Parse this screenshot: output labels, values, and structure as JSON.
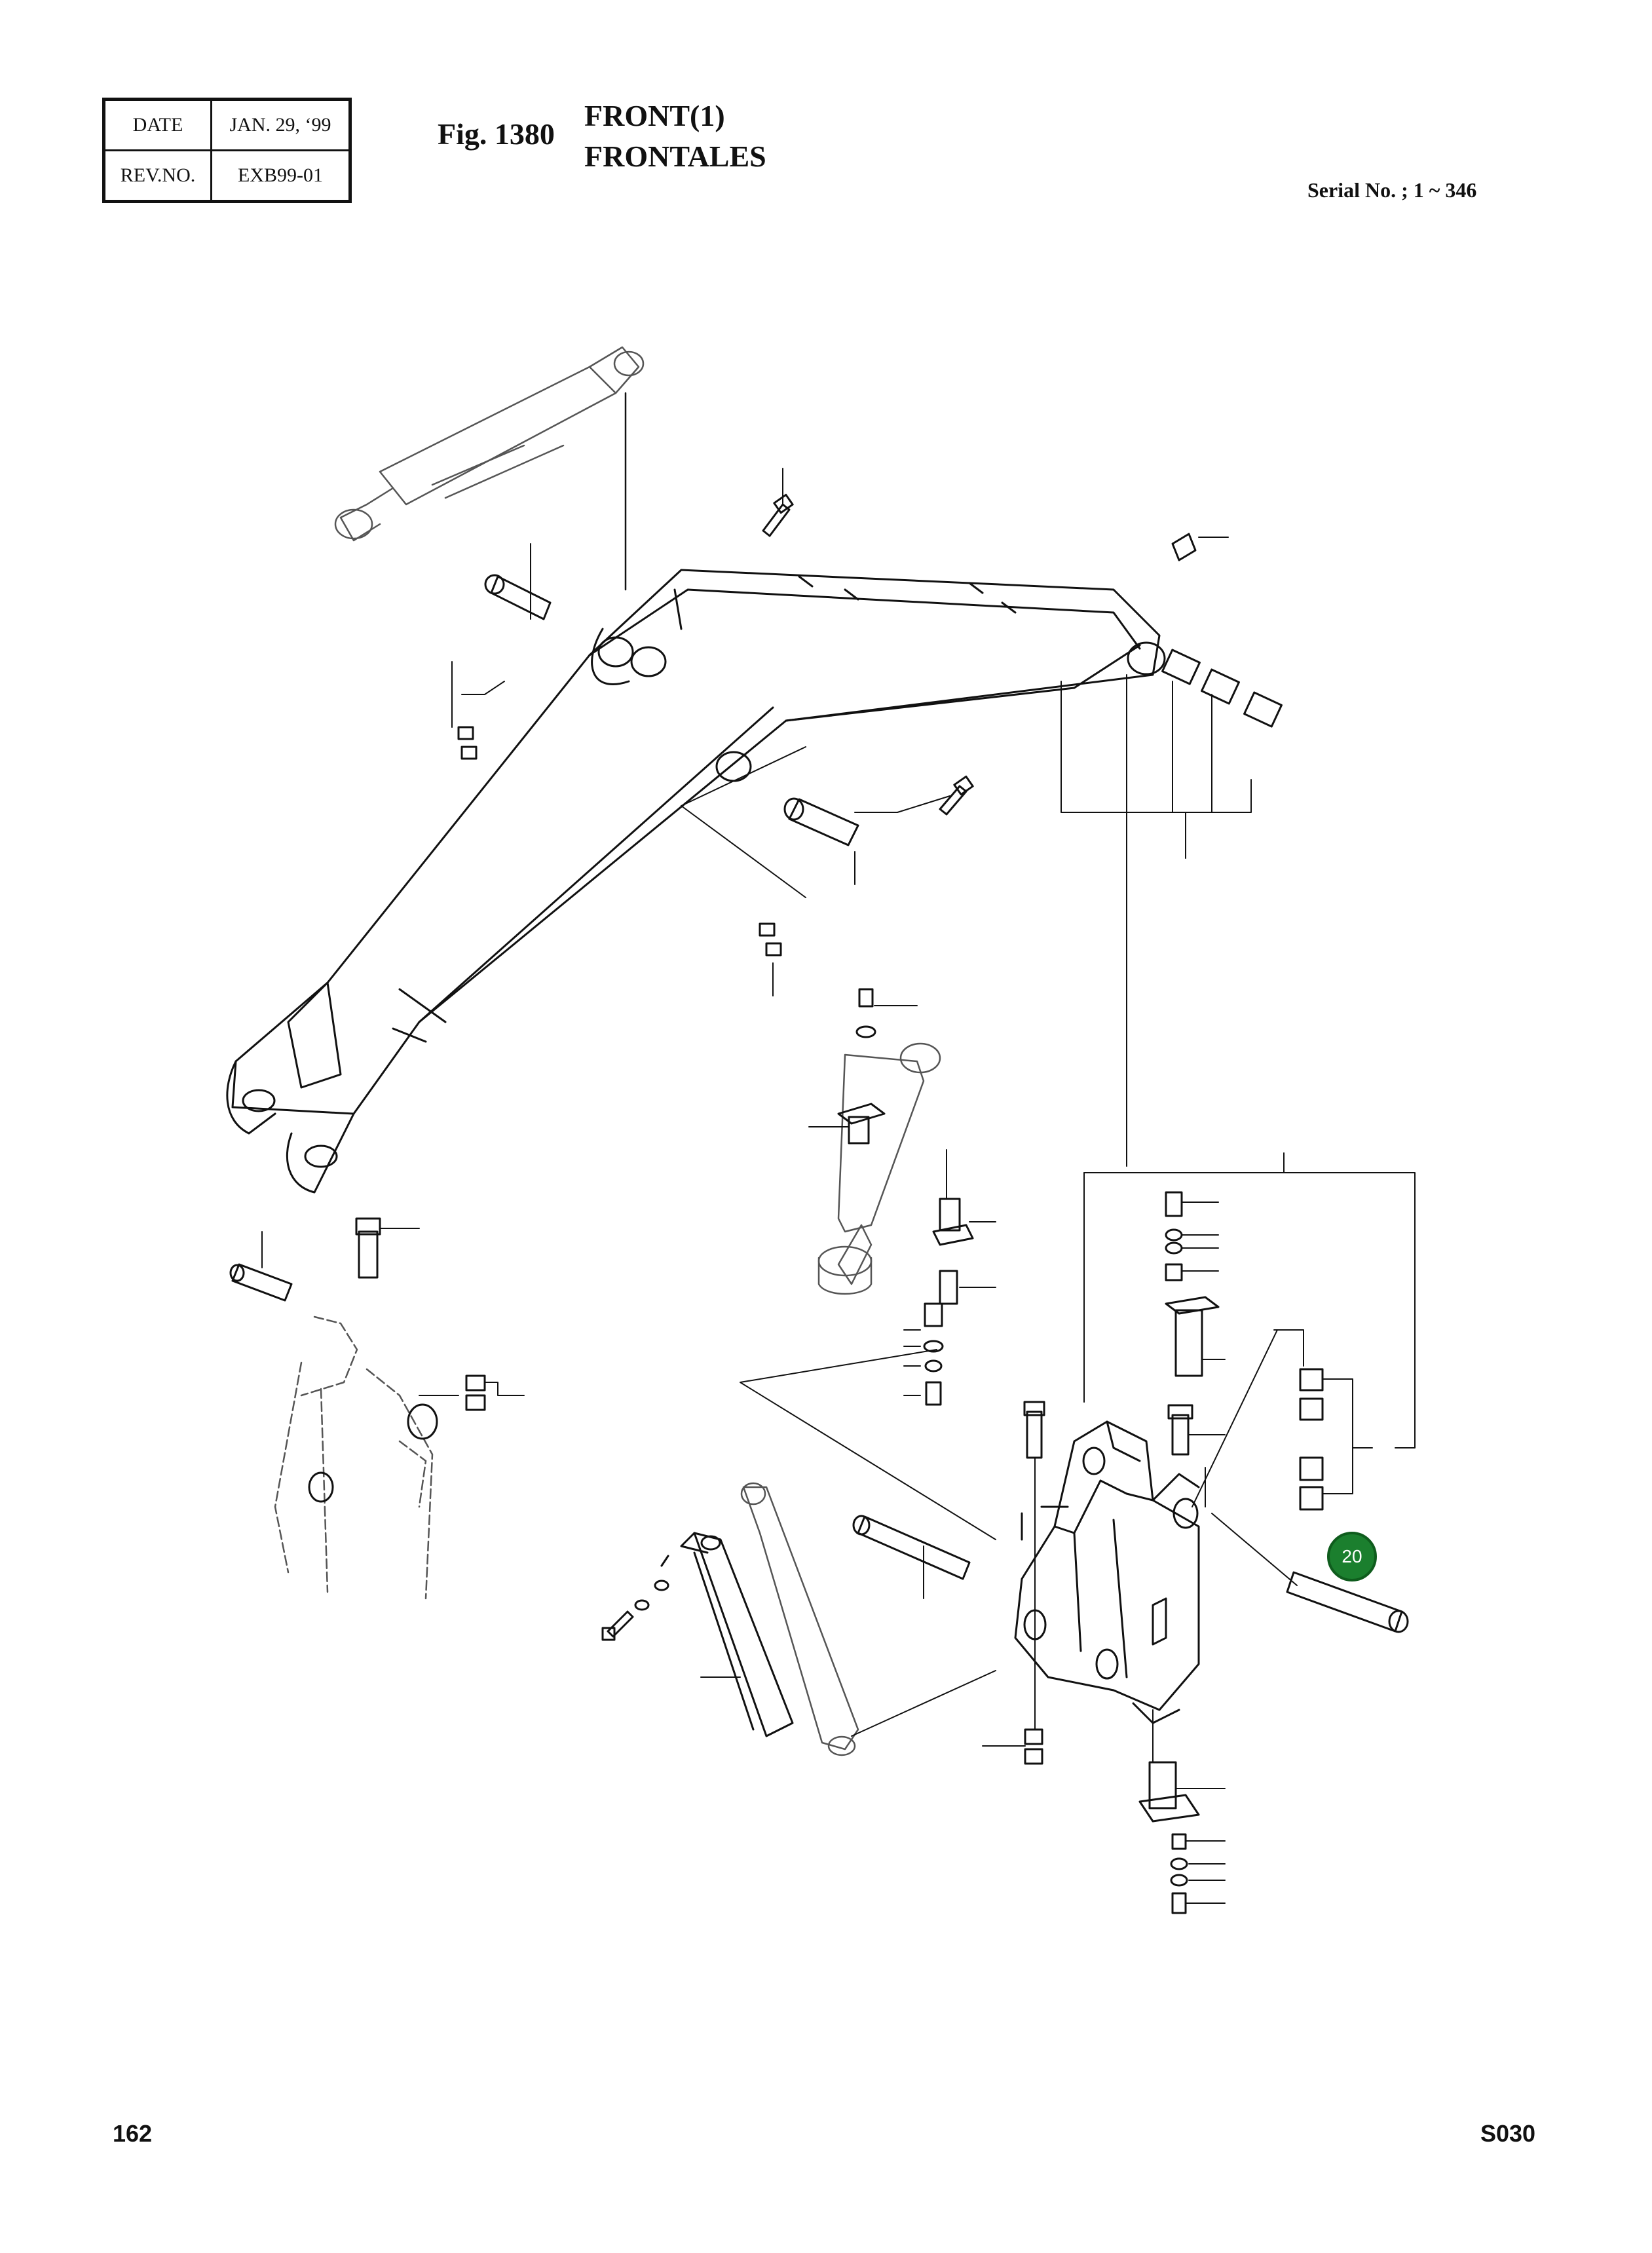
{
  "header": {
    "date_label": "DATE",
    "date_value": "JAN. 29, ‘99",
    "rev_label": "REV.NO.",
    "rev_value": "EXB99-01"
  },
  "figure": {
    "number": "Fig. 1380",
    "title_line1": "FRONT(1)",
    "title_line2": "FRONTALES",
    "serial": "Serial No. ; 1 ~ 346"
  },
  "callout": {
    "label": "20",
    "color": "#1b7f2e"
  },
  "footer": {
    "page_number": "162",
    "section_code": "S030"
  }
}
